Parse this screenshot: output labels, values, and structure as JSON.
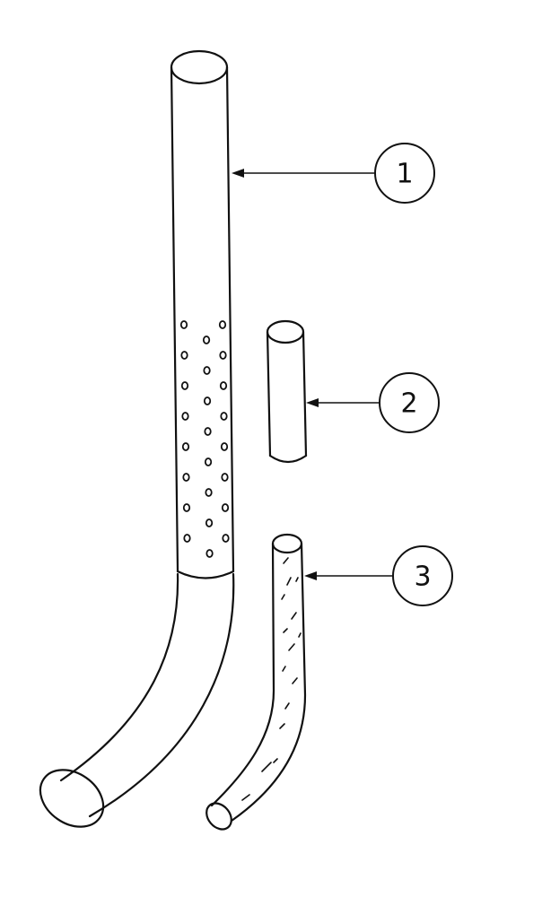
{
  "callouts": {
    "item_1": "1",
    "item_2": "2",
    "item_3": "3"
  },
  "colors": {
    "ink": "#111111",
    "background": "#ffffff"
  }
}
